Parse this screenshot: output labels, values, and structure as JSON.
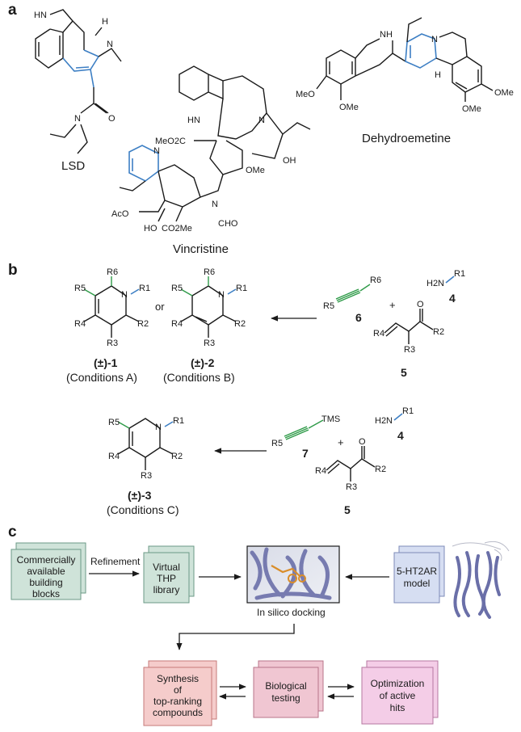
{
  "panels": {
    "a": "a",
    "b": "b",
    "c": "c"
  },
  "molecules": {
    "lsd": "LSD",
    "vincristine": "Vincristine",
    "dehydroemetine": "Dehydroemetine"
  },
  "atoms": {
    "HN": "HN",
    "H": "H",
    "N": "N",
    "O": "O",
    "NH": "NH",
    "MeO": "MeO",
    "OMe": "OMe",
    "OH": "OH",
    "HO": "HO",
    "MeO2C": "MeO2C",
    "AcO": "AcO",
    "CHO": "CHO",
    "CO2Me": "CO2Me",
    "TMS": "TMS",
    "H2N": "H2N"
  },
  "panel_b": {
    "or_text": "or",
    "plus": "+",
    "compound1": "(±)-1",
    "conditions1": "(Conditions A)",
    "compound2": "(±)-2",
    "conditions2": "(Conditions B)",
    "compound3": "(±)-3",
    "conditions3": "(Conditions C)",
    "num4": "4",
    "num5": "5",
    "num6": "6",
    "num7": "7",
    "groups": {
      "R1": "R1",
      "R2": "R2",
      "R3": "R3",
      "R4": "R4",
      "R5": "R5",
      "R6": "R6"
    }
  },
  "panel_c": {
    "building_blocks": [
      "Commercially",
      "available",
      "building",
      "blocks"
    ],
    "refinement": "Refinement",
    "virtual_library": [
      "Virtual",
      "THP",
      "library"
    ],
    "docking_label": "In silico docking",
    "receptor_model": [
      "5-HT2AR",
      "model"
    ],
    "synthesis": [
      "Synthesis",
      "of",
      "top-ranking",
      "compounds"
    ],
    "biological": [
      "Biological",
      "testing"
    ],
    "optimization": [
      "Optimization",
      "of active",
      "hits"
    ]
  },
  "colors": {
    "scaffold_blue": "#3d7fc4",
    "substituent_green": "#2e9a48",
    "box_green": "#cfe3d9",
    "box_blue": "#d6def2",
    "box_red": "#f5cccb",
    "box_pink": "#f4cde7",
    "protein_purple": "#6a6fa8"
  }
}
